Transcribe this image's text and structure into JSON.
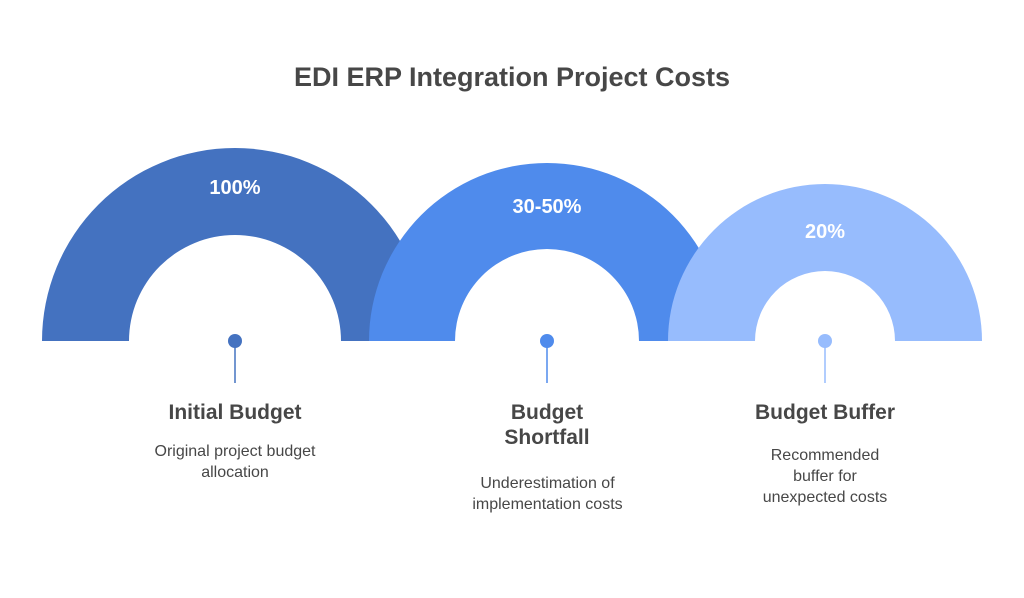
{
  "title": "EDI ERP Integration Project Costs",
  "colors": {
    "initial": "#4472C0",
    "shortfall": "#4F8BEC",
    "buffer": "#97BCFD",
    "text": "#474747"
  },
  "items": [
    {
      "value": "100%",
      "heading": "Initial Budget",
      "description": "Original project budget allocation"
    },
    {
      "value": "30-50%",
      "heading": "Budget Shortfall",
      "description": "Underestimation of implementation costs"
    },
    {
      "value": "20%",
      "heading": "Budget Buffer",
      "description": "Recommended buffer for unexpected costs"
    }
  ]
}
